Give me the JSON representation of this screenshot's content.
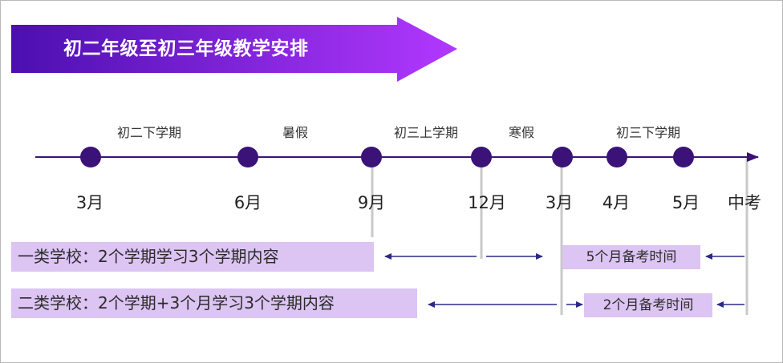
{
  "banner": {
    "title": "初二年级至初三年级教学安排",
    "color_from": "#4b0fb0",
    "color_to": "#b238ff"
  },
  "colors": {
    "timeline": "#3a1278",
    "dot": "#3a1278",
    "guide": "#c9c9c9",
    "box": "#dcc4f3",
    "arrow": "#2a2a8a"
  },
  "phases": [
    "初二下学期",
    "暑假",
    "初三上学期",
    "寒假",
    "初三下学期"
  ],
  "ticks": [
    "3月",
    "6月",
    "9月",
    "12月",
    "3月",
    "4月",
    "5月",
    "中考"
  ],
  "tracks": {
    "type1": {
      "label": "一类学校：2个学期学习3个学期内容",
      "prep": "5个月备考时间"
    },
    "type2": {
      "label": "二类学校：2个学期+3个月学习3个学期内容",
      "prep": "2个月备考时间"
    }
  }
}
